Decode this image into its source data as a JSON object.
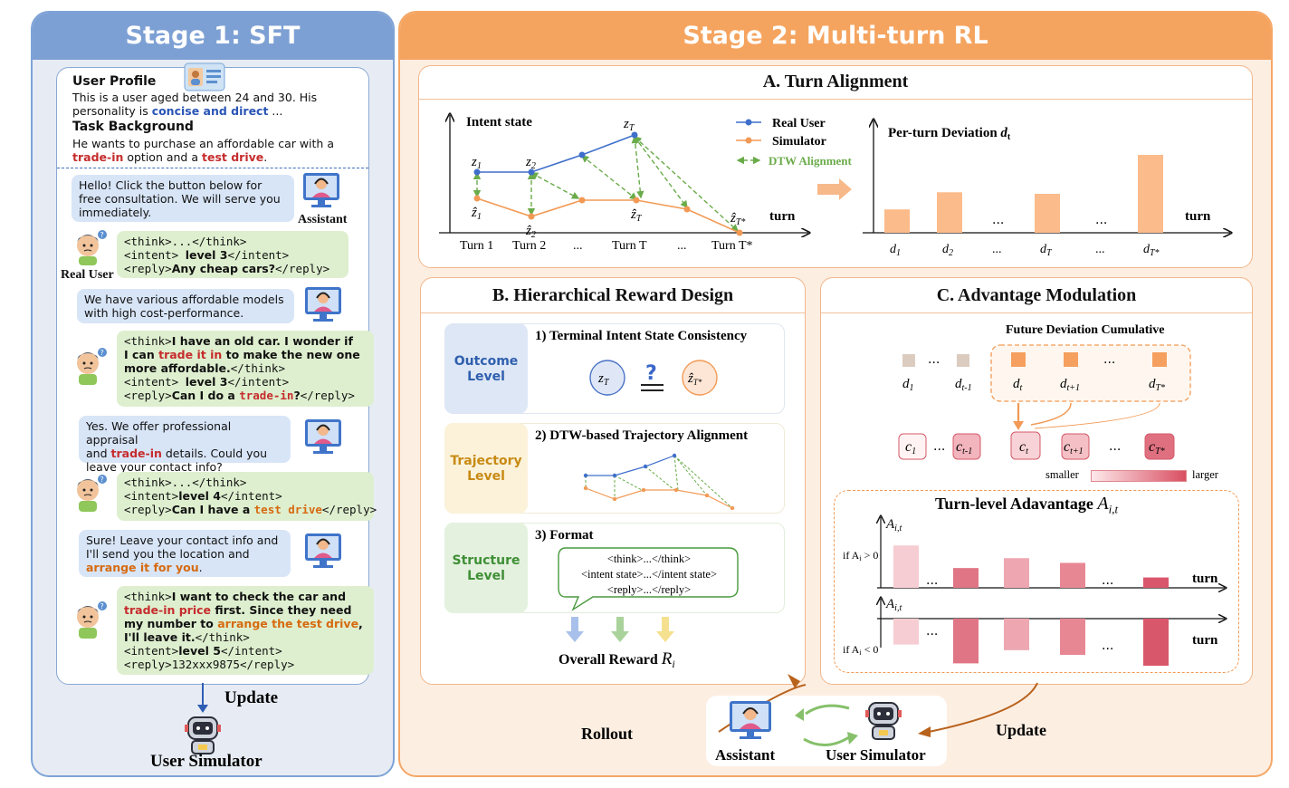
{
  "stage1": {
    "title": "Stage 1: SFT",
    "profile_heading": "User Profile",
    "profile_text_1": "This is a user aged between 24 and 30. His",
    "profile_text_2a": "personality is ",
    "profile_text_2b": "concise and direct",
    "profile_text_2c": " ...",
    "task_heading": "Task Background",
    "task_text_1": "He wants to purchase an affordable car with a",
    "task_text_2a": "trade-in",
    "task_text_2b": " option and a ",
    "task_text_2c": "test drive",
    "task_text_2d": ".",
    "assistant_label": "Assistant",
    "real_user_label": "Real User",
    "msg1": [
      "Hello! Click the button below for",
      "free consultation. We will serve you",
      "immediately."
    ],
    "u1": {
      "l1": "<think>...</think>",
      "l2a": "<intent> ",
      "l2b": "level 3",
      "l2c": "</intent>",
      "l3a": "<reply>",
      "l3b": "Any cheap cars?",
      "l3c": "</reply>"
    },
    "msg2": [
      "We have various affordable models",
      "with high cost-performance."
    ],
    "u2": {
      "l1a": "<think>",
      "l1b": "I have an old car. I wonder if",
      "l2a": "I can ",
      "l2b": "trade it in",
      "l2c": " to make the new one",
      "l3a": "more affordable.",
      "l3b": "</think>",
      "l4a": "<intent> ",
      "l4b": "level 3",
      "l4c": "</intent>",
      "l5a": "<reply>",
      "l5b": "Can I do a ",
      "l5c": "trade-in",
      "l5d": "?",
      "l5e": "</reply>"
    },
    "msg3": {
      "l1": "Yes. We offer professional appraisal",
      "l2a": "and ",
      "l2b": "trade-in",
      "l2c": " details. Could you",
      "l3": "leave your contact info?"
    },
    "u3": {
      "l1": "<think>...</think>",
      "l2a": "<intent>",
      "l2b": "level 4",
      "l2c": "</intent>",
      "l3a": "<reply>",
      "l3b": "Can I have a ",
      "l3c": "test drive",
      "l3d": "</reply>"
    },
    "msg4": {
      "l1": "Sure!  Leave your contact info and",
      "l2": "I'll send you the location and",
      "l3": "arrange it for you",
      "l3b": "."
    },
    "u4": {
      "l1a": "<think>",
      "l1b": "I want to check the car and",
      "l2a": "trade-in price",
      "l2b": " first. Since they need",
      "l3a": "my number to ",
      "l3b": "arrange the test drive",
      "l3c": ",",
      "l4a": "I'll leave it.",
      "l4b": "</think>",
      "l5a": "<intent>",
      "l5b": "level 5",
      "l5c": "</intent>",
      "l6a": "<reply>",
      "l6b": "132xxx9875",
      "l6c": "</reply>"
    },
    "update_label": "Update",
    "simulator_label": "User Simulator"
  },
  "stage2": {
    "title": "Stage 2: Multi-turn RL",
    "turn_alignment": {
      "title": "A. Turn Alignment",
      "y_label": "Intent state",
      "x_label": "turn",
      "ticks": [
        "Turn 1",
        "Turn 2",
        "...",
        "Turn T",
        "...",
        "Turn T*"
      ],
      "legend": [
        "Real User",
        "Simulator",
        "DTW Alignment"
      ],
      "pt_z1": "z",
      "pt_z1_sub": "1",
      "pt_z2": "z",
      "pt_z2_sub": "2",
      "pt_zT": "z",
      "pt_zT_sub": "T",
      "pt_hz1": "ẑ",
      "pt_hz1_sub": "1",
      "pt_hz2": "ẑ",
      "pt_hz2_sub": "2",
      "pt_hzT": "ẑ",
      "pt_hzT_sub": "T",
      "pt_hzTs": "ẑ",
      "pt_hzTs_sub": "T*",
      "dev_title": "Per-turn Deviation ",
      "dev_sym": "d",
      "dev_sub": "t",
      "dev_x_label": "turn",
      "dev_ticks": [
        {
          "t": "d",
          "s": "1"
        },
        {
          "t": "d",
          "s": "2"
        },
        {
          "t": "...",
          "s": ""
        },
        {
          "t": "d",
          "s": "T"
        },
        {
          "t": "...",
          "s": ""
        },
        {
          "t": "d",
          "s": "T*"
        }
      ],
      "dev_values": [
        0.3,
        0.52,
        0.0,
        0.5,
        0.0,
        1.0
      ]
    },
    "reward": {
      "title": "B. Hierarchical Reward Design",
      "levels": [
        {
          "name1": "Outcome",
          "name2": "Level",
          "desc": "1) Terminal Intent State Consistency"
        },
        {
          "name1": "Trajectory",
          "name2": "Level",
          "desc": "2) DTW-based Trajectory Alignment"
        },
        {
          "name1": "Structure",
          "name2": "Level",
          "desc": "3) Format"
        }
      ],
      "z_left": "z",
      "z_left_sub": "T",
      "z_right": "ẑ",
      "z_right_sub": "T*",
      "q_mark": "?",
      "format_lines": [
        "<think>...</think>",
        "<intent state>...</intent state>",
        "<reply>...</reply>"
      ],
      "overall_label": "Overall Reward ",
      "overall_sym": "R",
      "overall_sub": "i"
    },
    "advantage": {
      "title": "C. Advantage Modulation",
      "future_label": "Future Deviation Cumulative",
      "d_labels": [
        {
          "t": "d",
          "s": "1"
        },
        {
          "t": "d",
          "s": "t-1"
        },
        {
          "t": "d",
          "s": "t"
        },
        {
          "t": "d",
          "s": "t+1"
        },
        {
          "t": "d",
          "s": "T*"
        }
      ],
      "c_labels": [
        {
          "t": "c",
          "s": "1"
        },
        {
          "t": "c",
          "s": "t-1"
        },
        {
          "t": "c",
          "s": "t"
        },
        {
          "t": "c",
          "s": "t+1"
        },
        {
          "t": "c",
          "s": "T*"
        }
      ],
      "dots": "...",
      "scale_small": "smaller",
      "scale_large": "larger",
      "turn_adv_title": "Turn-level Adavantage ",
      "turn_adv_sym": "A",
      "turn_adv_sub": "i,t",
      "axis_sym": "A",
      "axis_sub": "i,t",
      "pos_label": "if A",
      "pos_label_sub": "i",
      "pos_cond": " > 0",
      "neg_cond": " < 0",
      "x_label": "turn",
      "pos_values": [
        0.9,
        0.42,
        0.63,
        0.53,
        0.22
      ],
      "neg_values": [
        0.55,
        0.95,
        0.67,
        0.77,
        1.0
      ]
    },
    "loop": {
      "rollout_label": "Rollout",
      "update_label": "Update",
      "assistant_label": "Assistant",
      "simulator_label": "User Simulator"
    }
  }
}
